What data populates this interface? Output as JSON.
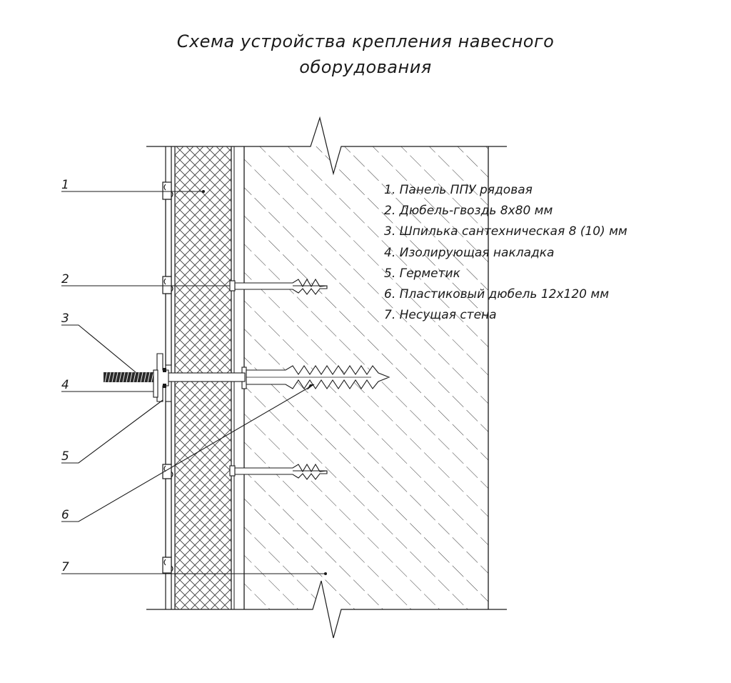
{
  "title": {
    "line1": "Схема устройства крепления навесного",
    "line2": "оборудования"
  },
  "legend": [
    "1. Панель ППУ рядовая",
    "2. Дюбель-гвоздь 8х80 мм",
    "3. Шпилька сантехническая 8 (10) мм",
    "4. Изолирующая накладка",
    "5. Герметик",
    "6. Пластиковый дюбель 12х120 мм",
    "7. Несущая стена"
  ],
  "callouts": [
    "1",
    "2",
    "3",
    "4",
    "5",
    "6",
    "7"
  ]
}
